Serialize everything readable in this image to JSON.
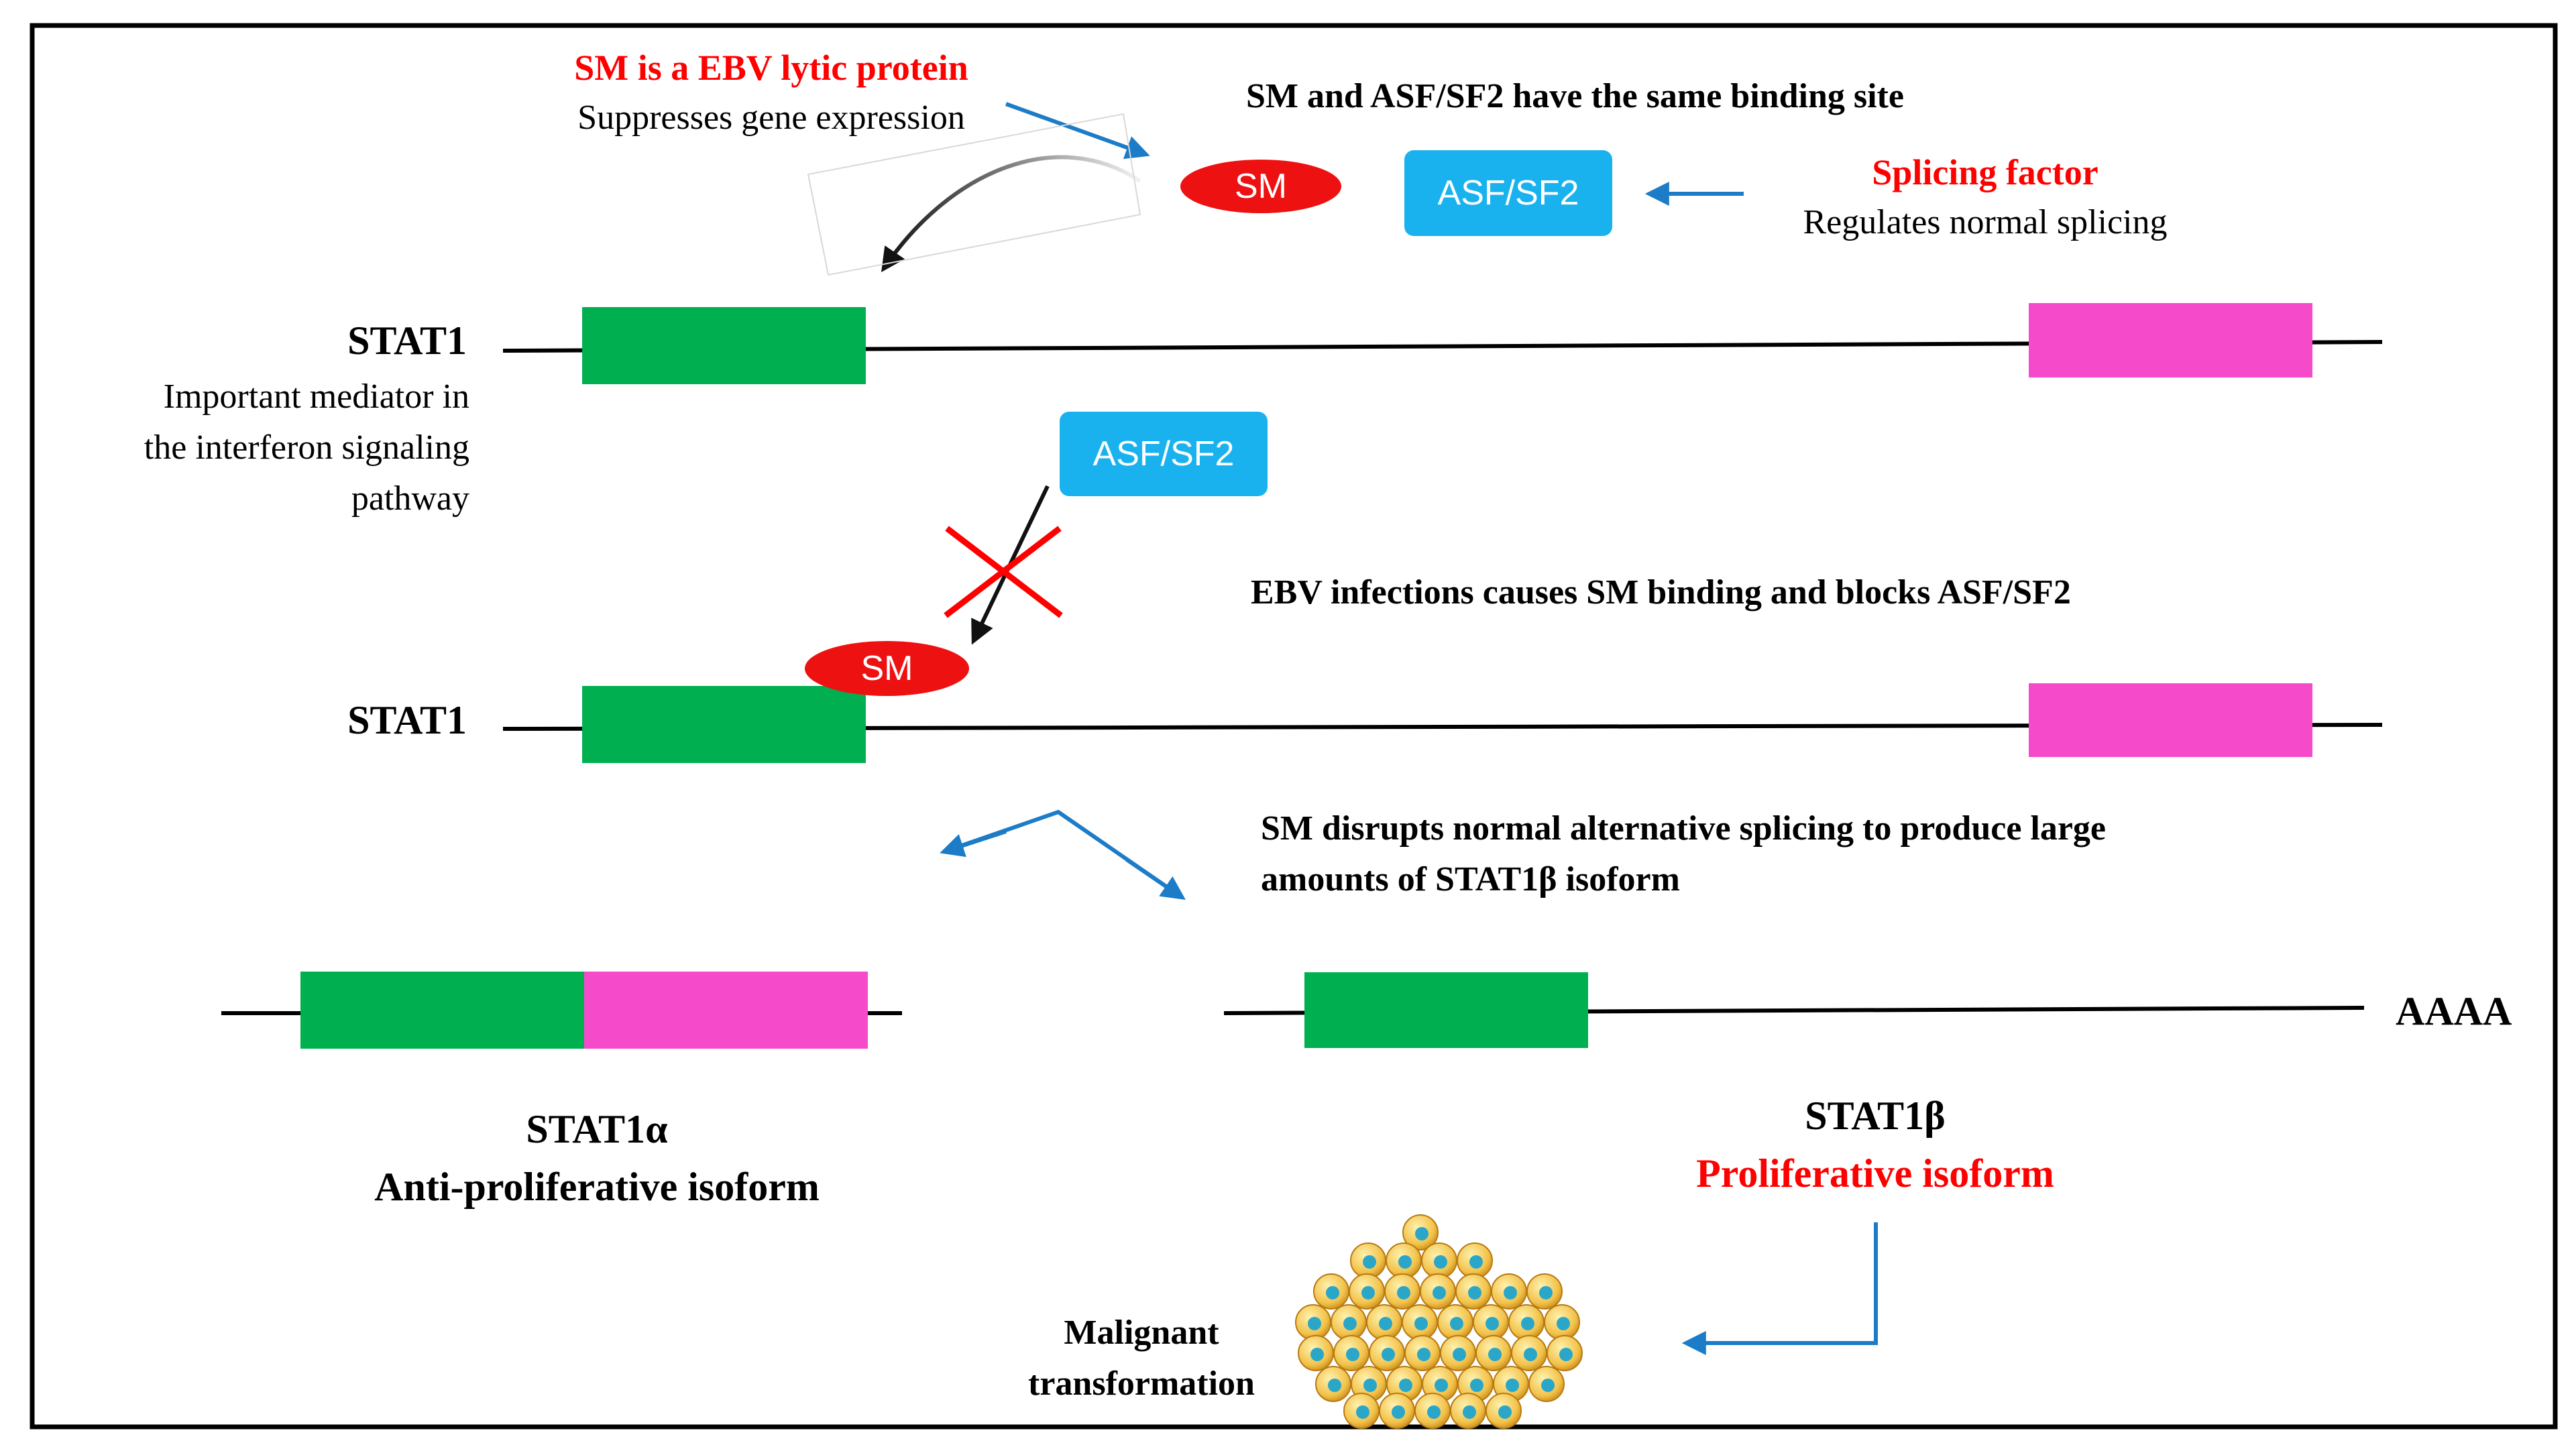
{
  "colors": {
    "exon_green": "#00b050",
    "exon_pink": "#f54bca",
    "sm_red": "#ee1111",
    "asf_blue": "#1ab2ee",
    "arrow_blue": "#1c7cc7",
    "highlight_red": "#ff0000"
  },
  "top": {
    "sm_title": "SM is a EBV lytic protein",
    "sm_desc": "Suppresses gene expression",
    "shared_site": "SM and ASF/SF2  have the same binding site",
    "splicing_title": "Splicing factor",
    "splicing_desc": "Regulates normal splicing",
    "sm_label": "SM",
    "asf_label": "ASF/SF2"
  },
  "gene1": {
    "label": "STAT1",
    "desc_lines": [
      "Important mediator in",
      "the interferon signaling",
      "pathway"
    ]
  },
  "middle": {
    "asf_label": "ASF/SF2",
    "sm_label": "SM",
    "block_text": "EBV infections causes SM binding and blocks ASF/SF2"
  },
  "gene2": {
    "label": "STAT1"
  },
  "disrupt": {
    "line1": "SM disrupts normal alternative splicing to produce large",
    "line2": "amounts of STAT1β isoform"
  },
  "isoform_alpha": {
    "name": "STAT1α",
    "desc": "Anti-proliferative isoform"
  },
  "isoform_beta": {
    "name": "STAT1β",
    "desc": "Proliferative isoform",
    "polya": "AAAA"
  },
  "outcome": {
    "line1": "Malignant",
    "line2": "transformation"
  },
  "icons": [
    "cell-cluster-icon",
    "x-mark-icon"
  ]
}
